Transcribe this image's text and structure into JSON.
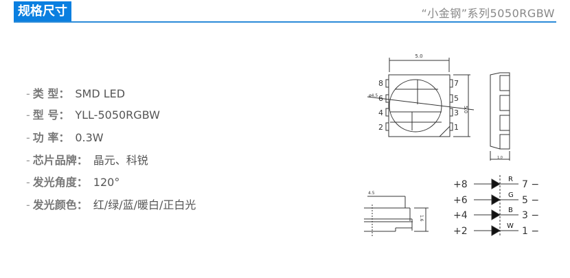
{
  "header": {
    "title": "规格尺寸",
    "subtitle": "“小金钢”系列5050RGBW"
  },
  "specs": [
    {
      "label": "类  型：",
      "value": "SMD LED"
    },
    {
      "label": "型  号：",
      "value": "YLL-5050RGBW"
    },
    {
      "label": "功  率：",
      "value": "0.3W"
    },
    {
      "label": "芯片品牌：",
      "value": "晶元、科锐"
    },
    {
      "label": "发光角度：",
      "value": "120°"
    },
    {
      "label": "发光颜色：",
      "value": "红/绿/蓝/暖白/正白光"
    }
  ],
  "drawing": {
    "top_width": "5.0",
    "top_height": "5.0",
    "lens_dia": "ø4.5",
    "side_width": "1.0",
    "pins_left": [
      "8",
      "6",
      "4",
      "2"
    ],
    "pins_right": [
      "7",
      "5",
      "3",
      "1"
    ],
    "profile_width": "4.5",
    "profile_height": "1.6"
  },
  "circuit": [
    {
      "anode": "+8",
      "color": "R",
      "cathode": "7 −"
    },
    {
      "anode": "+6",
      "color": "G",
      "cathode": "5 −"
    },
    {
      "anode": "+4",
      "color": "B",
      "cathode": "3 −"
    },
    {
      "anode": "+2",
      "color": "W",
      "cathode": "1 −"
    }
  ]
}
